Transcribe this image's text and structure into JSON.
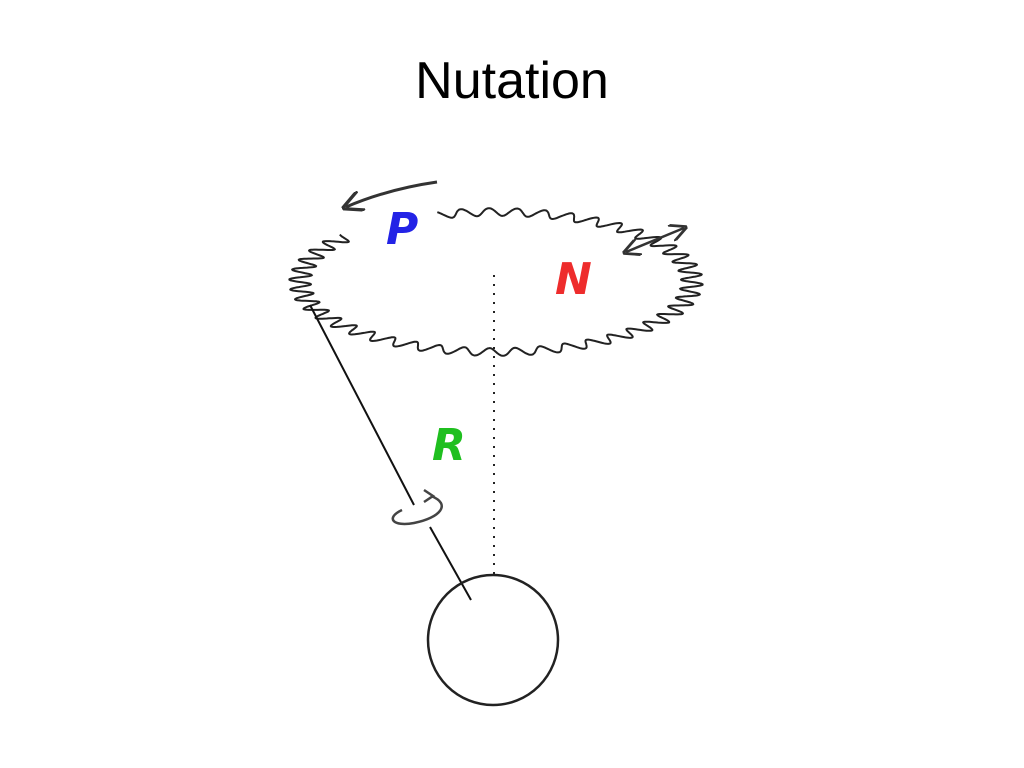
{
  "slide": {
    "title": "Nutation"
  },
  "diagram": {
    "labels": {
      "precession": "P",
      "nutation": "N",
      "rotation": "R"
    },
    "colors": {
      "precession": "#2323e6",
      "nutation": "#ee2c2c",
      "rotation": "#1fbf1f",
      "stroke": "#222222"
    },
    "icons": [
      "precession-arrow-icon",
      "nutation-double-arrow-icon",
      "spin-arrow-icon"
    ]
  }
}
